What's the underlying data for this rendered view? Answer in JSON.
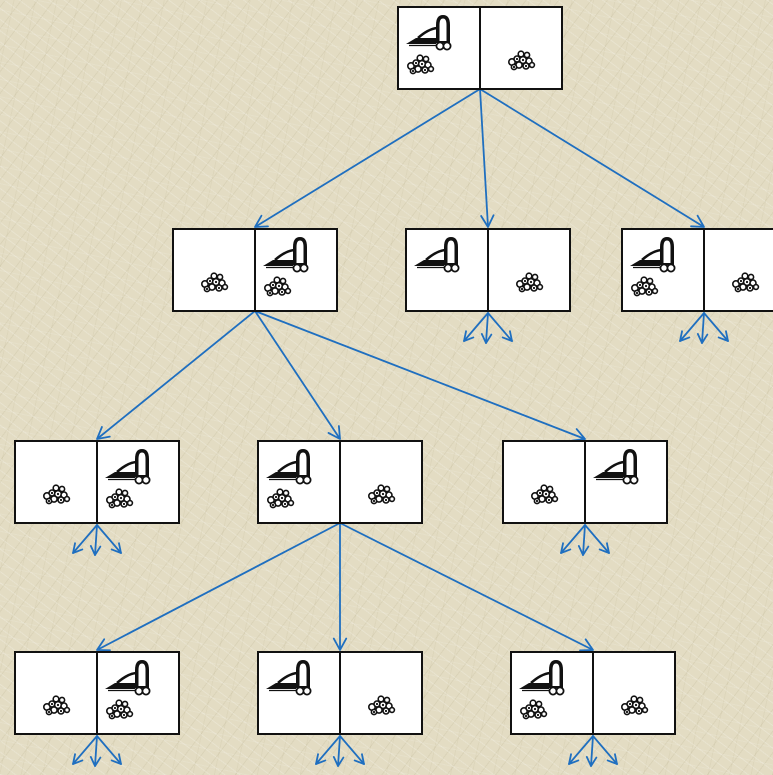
{
  "diagram": {
    "type": "search-tree",
    "icons": {
      "agent": "vacuum-cleaner-icon",
      "dirt": "dirt-pile-icon"
    },
    "colors": {
      "edge": "#1f6fc0",
      "box_border": "#111111",
      "background": "#e3dcc3"
    },
    "nodes": [
      {
        "id": "root",
        "left": {
          "vacuum": true,
          "dirt": true
        },
        "right": {
          "vacuum": false,
          "dirt": true
        },
        "expanded": true
      },
      {
        "id": "n-l1-a",
        "left": {
          "vacuum": false,
          "dirt": true
        },
        "right": {
          "vacuum": true,
          "dirt": true
        },
        "expanded": true
      },
      {
        "id": "n-l1-b",
        "left": {
          "vacuum": true,
          "dirt": false
        },
        "right": {
          "vacuum": false,
          "dirt": true
        },
        "expanded": false
      },
      {
        "id": "n-l1-c",
        "left": {
          "vacuum": true,
          "dirt": true
        },
        "right": {
          "vacuum": false,
          "dirt": true
        },
        "expanded": false
      },
      {
        "id": "n-l2-a",
        "left": {
          "vacuum": false,
          "dirt": true
        },
        "right": {
          "vacuum": true,
          "dirt": true
        },
        "expanded": false
      },
      {
        "id": "n-l2-b",
        "left": {
          "vacuum": true,
          "dirt": true
        },
        "right": {
          "vacuum": false,
          "dirt": true
        },
        "expanded": true
      },
      {
        "id": "n-l2-c",
        "left": {
          "vacuum": false,
          "dirt": true
        },
        "right": {
          "vacuum": true,
          "dirt": false
        },
        "expanded": false
      },
      {
        "id": "n-l3-a",
        "left": {
          "vacuum": false,
          "dirt": true
        },
        "right": {
          "vacuum": true,
          "dirt": true
        },
        "expanded": false
      },
      {
        "id": "n-l3-b",
        "left": {
          "vacuum": true,
          "dirt": false
        },
        "right": {
          "vacuum": false,
          "dirt": true
        },
        "expanded": false
      },
      {
        "id": "n-l3-c",
        "left": {
          "vacuum": true,
          "dirt": true
        },
        "right": {
          "vacuum": false,
          "dirt": true
        },
        "expanded": false
      }
    ],
    "edges": [
      {
        "from": "root",
        "to": "n-l1-a"
      },
      {
        "from": "root",
        "to": "n-l1-b"
      },
      {
        "from": "root",
        "to": "n-l1-c"
      },
      {
        "from": "n-l1-a",
        "to": "n-l2-a"
      },
      {
        "from": "n-l1-a",
        "to": "n-l2-b"
      },
      {
        "from": "n-l1-a",
        "to": "n-l2-c"
      },
      {
        "from": "n-l2-b",
        "to": "n-l3-a"
      },
      {
        "from": "n-l2-b",
        "to": "n-l3-b"
      },
      {
        "from": "n-l2-b",
        "to": "n-l3-c"
      }
    ]
  }
}
